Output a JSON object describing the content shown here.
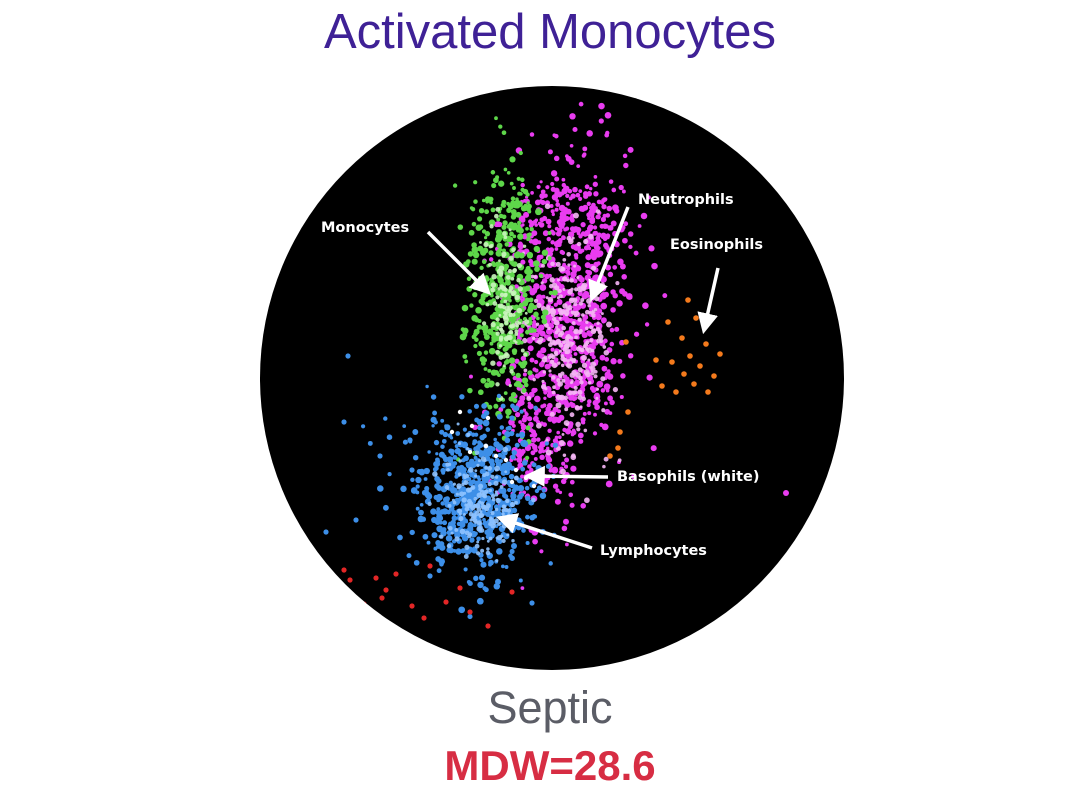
{
  "header": {
    "title": "Activated Monocytes"
  },
  "footer": {
    "condition": "Septic",
    "metric": "MDW=28.6"
  },
  "chart_data": {
    "type": "scatter",
    "title": "Activated Monocytes",
    "xlabel": "",
    "ylabel": "",
    "grid": false,
    "background": "#000000",
    "populations": [
      {
        "name": "Neutrophils",
        "label": "Neutrophils",
        "color": "#e93cf0",
        "shape": "dense vertical cluster, right of monocytes"
      },
      {
        "name": "Monocytes",
        "label": "Monocytes",
        "color": "#5ed64a",
        "shape": "vertical cluster left of neutrophils"
      },
      {
        "name": "Eosinophils",
        "label": "Eosinophils",
        "color": "#f47a1c",
        "shape": "small sparse cluster on the right"
      },
      {
        "name": "Basophils",
        "label": "Basophils (white)",
        "color": "#ffffff",
        "shape": "few dots at neutrophil/lymphocyte boundary"
      },
      {
        "name": "Lymphocytes",
        "label": "Lymphocytes",
        "color": "#3d8fe8",
        "shape": "dense cluster lower left"
      },
      {
        "name": "Debris",
        "label": "",
        "color": "#e32626",
        "shape": "scattered dots at lower left"
      }
    ]
  }
}
